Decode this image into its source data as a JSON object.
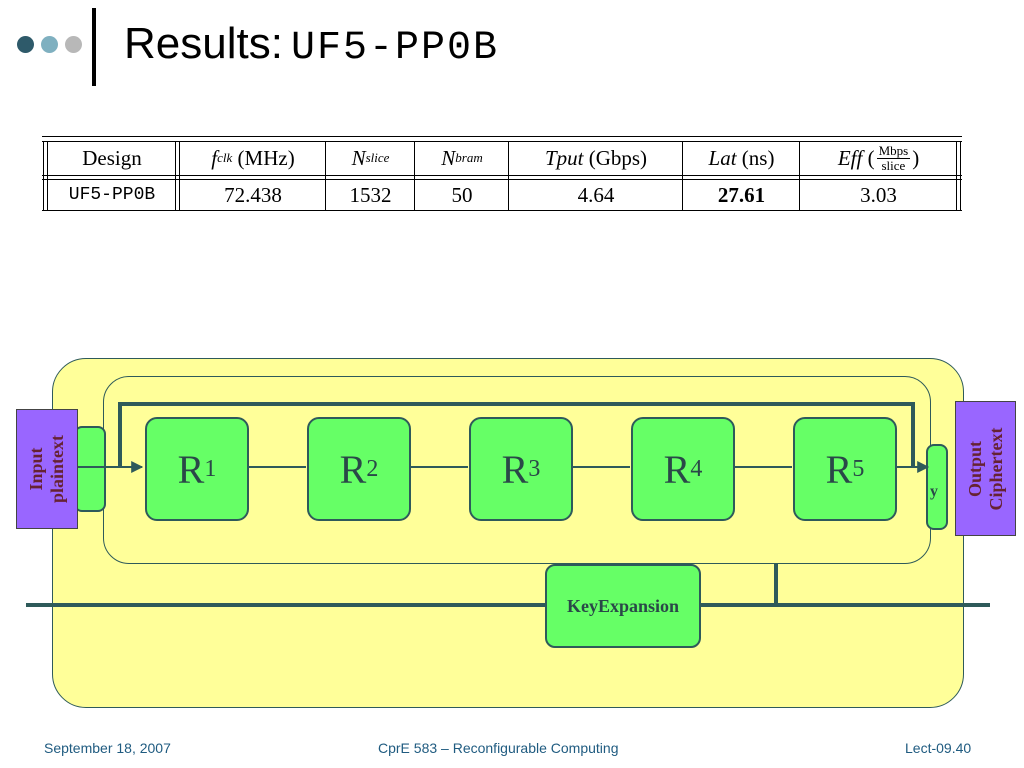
{
  "header": {
    "title_text": "Results:",
    "title_code": "UF5-PP0B",
    "dot_colors": [
      "#2e5a6a",
      "#7fb0c0",
      "#b8b8b8"
    ]
  },
  "table": {
    "columns": {
      "design": "Design",
      "fclk_sym": "f",
      "fclk_sub": "clk",
      "fclk_unit": "(MHz)",
      "nslice_sym": "N",
      "nslice_sub": "slice",
      "nbram_sym": "N",
      "nbram_sub": "bram",
      "tput_sym": "Tput",
      "tput_unit": "(Gbps)",
      "lat_sym": "Lat",
      "lat_unit": "(ns)",
      "eff_sym": "Eff",
      "eff_open": "(",
      "eff_num": "Mbps",
      "eff_den": "slice",
      "eff_close": ")"
    },
    "row": {
      "design": "UF5-PP0B",
      "fclk": "72.438",
      "nslice": "1532",
      "nbram": "50",
      "tput": "4.64",
      "lat": "27.61",
      "eff": "3.03"
    }
  },
  "diagram": {
    "input_label": [
      "Input",
      "plaintext"
    ],
    "output_label": [
      "Output",
      "Ciphertext"
    ],
    "rounds": [
      {
        "letter": "R",
        "index": "1"
      },
      {
        "letter": "R",
        "index": "2"
      },
      {
        "letter": "R",
        "index": "3"
      },
      {
        "letter": "R",
        "index": "4"
      },
      {
        "letter": "R",
        "index": "5"
      }
    ],
    "stub_text": "y",
    "key_expansion": "KeyExpansion",
    "colors": {
      "background": "#ffff99",
      "round_fill": "#66ff66",
      "io_fill": "#9966ff",
      "line": "#2e5a5a"
    }
  },
  "footer": {
    "date": "September 18, 2007",
    "course": "CprE 583 – Reconfigurable Computing",
    "lecture": "Lect-09.40"
  }
}
